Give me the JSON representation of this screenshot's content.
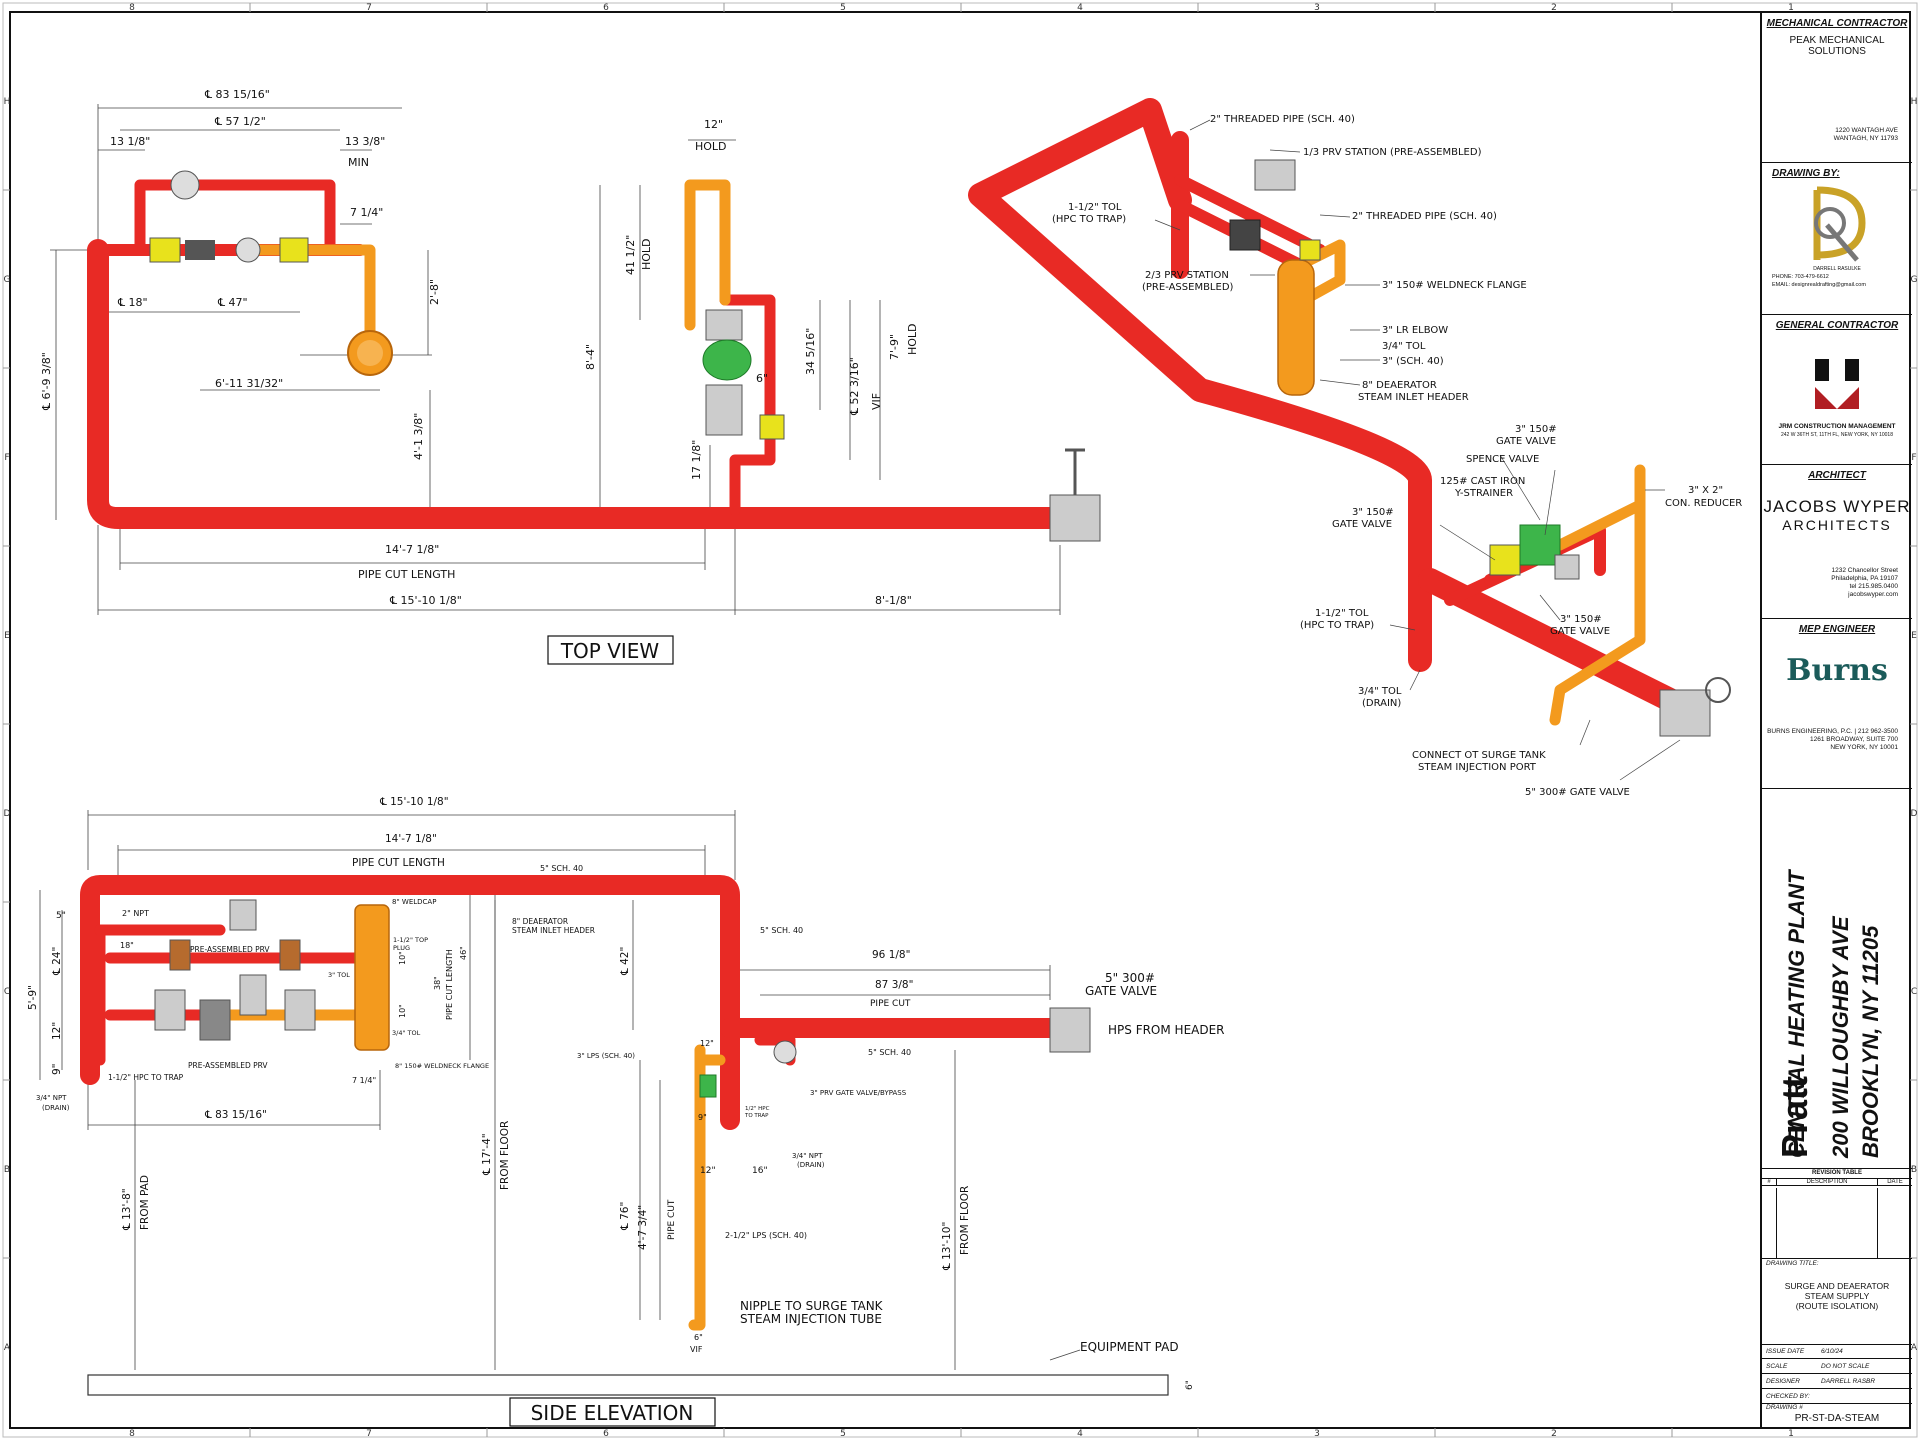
{
  "grid": {
    "columns": [
      "8",
      "7",
      "6",
      "5",
      "4",
      "3",
      "2",
      "1"
    ],
    "rows": [
      "H",
      "G",
      "F",
      "E",
      "D",
      "C",
      "B",
      "A"
    ]
  },
  "top_view": {
    "title": "TOP VIEW",
    "dims": {
      "cl83": "℄ 83 15/16\"",
      "cl57": "℄ 57 1/2\"",
      "d13a": "13 1/8\"",
      "d13b": "13 3/8\"",
      "min": "MIN",
      "d7": "7 1/4\"",
      "d18": "℄ 18\"",
      "d47": "℄ 47\"",
      "d28": "2'-8\"",
      "d69": "℄ 6'-9 3/8\"",
      "d611": "6'-11 31/32\"",
      "d41": "4'-1 3/8\"",
      "d12": "12\"",
      "hold": "HOLD",
      "d41h": "41 1/2\"",
      "hold2": "HOLD",
      "d84": "8'-4\"",
      "d79": "7'-9\"",
      "hold3": "HOLD",
      "d34": "34 5/16\"",
      "d52": "℄ 52 3/16\"",
      "vif": "VIF",
      "d6": "6\"",
      "d17": "17 1/8\"",
      "d147": "14'-7 1/8\"",
      "pcl": "PIPE CUT LENGTH",
      "d1510": "℄ 15'-10 1/8\"",
      "d81": "8'-1/8\""
    }
  },
  "iso_view": {
    "labels": [
      "2\" THREADED PIPE (SCH. 40)",
      "1/3 PRV STATION (PRE-ASSEMBLED)",
      "1-1/2\" TOL",
      "(HPC TO TRAP)",
      "2\" THREADED PIPE (SCH. 40)",
      "2/3 PRV STATION",
      "(PRE-ASSEMBLED)",
      "3\" 150# WELDNECK FLANGE",
      "3\" LR ELBOW",
      "3/4\" TOL",
      "3\" (SCH. 40)",
      "8\" DEAERATOR",
      "STEAM INLET HEADER",
      "3\" 150#",
      "GATE VALVE",
      "SPENCE VALVE",
      "125# CAST IRON",
      "Y-STRAINER",
      "3\" X 2\"",
      "CON. REDUCER",
      "3\" 150#",
      "GATE VALVE",
      "3\" 150#",
      "GATE VALVE",
      "1-1/2\" TOL",
      "(HPC TO TRAP)",
      "3/4\" TOL",
      "(DRAIN)",
      "CONNECT OT SURGE TANK",
      "STEAM INJECTION PORT",
      "5\" 300# GATE VALVE"
    ]
  },
  "side_elevation": {
    "title": "SIDE ELEVATION",
    "equipment_pad": "EQUIPMENT PAD",
    "dims": {
      "d1510": "℄ 15'-10 1/8\"",
      "d147": "14'-7 1/8\"",
      "pcl": "PIPE CUT LENGTH",
      "sch5a": "5\" SCH. 40",
      "sch5b": "5\" SCH. 40",
      "sch5c": "5\" SCH. 40",
      "d5": "5\"",
      "npt2": "2\" NPT",
      "d18": "18\"",
      "pre1": "PRE-ASSEMBLED PRV",
      "pre2": "PRE-ASSEMBLED PRV",
      "d59": "5'-9\"",
      "d24": "℄ 24\"",
      "d12": "12\"",
      "d9": "9\"",
      "npt34": "3/4\" NPT",
      "drain": "(DRAIN)",
      "hpc": "1-1/2\" HPC TO TRAP",
      "cl83": "℄ 83 15/16\"",
      "d74": "7 1/4\"",
      "deah": "8\" DEAERATOR",
      "deah2": "STEAM INLET HEADER",
      "weldcap": "8\" WELDCAP",
      "tpl": "1-1/2\" TOP",
      "plug": "PLUG",
      "d38": "38\"",
      "pcl46": "PIPE CUT LENGTH",
      "d46": "46\"",
      "d10a": "10\"",
      "d10b": "10\"",
      "tol3": "3\" TOL",
      "tol34": "3/4\" TOL",
      "wnf": "8\" 150# WELDNECK FLANGE",
      "d42": "℄ 42\"",
      "d96": "96 1/8\"",
      "d87": "87 3/8\"",
      "pipecut": "PIPE CUT",
      "gv5": "5\" 300#",
      "gv5b": "GATE VALVE",
      "hps": "HPS FROM HEADER",
      "lps3": "3\" LPS (SCH. 40)",
      "d12b": "12\"",
      "prvbp": "3\" PRV GATE VALVE/BYPASS",
      "d9b": "9\"",
      "d12c": "12\"",
      "d16": "16\"",
      "npt34b": "3/4\" NPT",
      "drainb": "(DRAIN)",
      "hpc2": "1/2\" HPC",
      "totrap": "TO TRAP",
      "d174": "℄ 17'-4\"",
      "fromfloor": "FROM FLOOR",
      "d138": "℄ 13'-8\"",
      "frompad": "FROM PAD",
      "d76": "℄ 76\"",
      "d47": "4'-7 3/4\"",
      "pipecut2": "PIPE CUT",
      "lps25": "2-1/2\" LPS (SCH. 40)",
      "d1310": "℄ 13'-10\"",
      "fromfloor2": "FROM FLOOR",
      "nip1": "NIPPLE TO SURGE TANK",
      "nip2": "STEAM INJECTION TUBE",
      "d6": "6\"",
      "vif": "VIF",
      "d6pad": "6\""
    }
  },
  "title_block": {
    "mech_head": "MECHANICAL CONTRACTOR",
    "mech_name": "PEAK MECHANICAL SOLUTIONS",
    "mech_addr1": "1220 WANTAGH AVE",
    "mech_addr2": "WANTAGH, NY 11793",
    "drawn_head": "DRAWING BY:",
    "drawn_logo_text": "DARRELL RASULKE",
    "drawn_phone": "PHONE: 703-479-6612",
    "drawn_email": "EMAIL: designrealdrafting@gmail.com",
    "gc_head": "GENERAL CONTRACTOR",
    "gc_name": "JRM CONSTRUCTION MANAGEMENT",
    "gc_addr": "242 W 36TH ST, 11TH FL, NEW YORK, NY 10018",
    "arch_head": "ARCHITECT",
    "arch_name1": "JACOBS WYPER",
    "arch_name2": "ARCHITECTS",
    "arch_addr1": "1232 Chancellor Street",
    "arch_addr2": "Philadelphia, PA 19107",
    "arch_addr3": "tel 215.985.0400",
    "arch_addr4": "jacobswyper.com",
    "mep_head": "MEP ENGINEER",
    "mep_name": "Burns",
    "mep_addr1": "BURNS ENGINEERING, P.C. | 212 962-3500",
    "mep_addr2": "1261 BROADWAY, SUITE 700",
    "mep_addr3": "NEW YORK, NY 10001",
    "client": "Pratt",
    "project": "CENTRAL HEATING PLANT",
    "address1": "200 WILLOUGHBY AVE",
    "address2": "BROOKLYN, NY 11205",
    "rev_title": "REVISION TABLE",
    "rev_cols": [
      "#",
      "DESCRIPTION",
      "DATE"
    ],
    "dt_label": "DRAWING TITLE:",
    "dt1": "SURGE AND DEAERATOR",
    "dt2": "STEAM SUPPLY",
    "dt3": "(ROUTE ISOLATION)",
    "issue_label": "ISSUE DATE",
    "issue_val": "6/10/24",
    "scale_label": "SCALE",
    "scale_val": "DO NOT SCALE",
    "designer_label": "DESIGNER",
    "designer_val": "DARRELL RASBR",
    "checked_label": "CHECKED BY:",
    "dwg_label": "DRAWING #",
    "dwg_val": "PR-ST-DA-STEAM"
  },
  "colors": {
    "pipe_red": "#e82a25",
    "pipe_orange": "#f39a1e",
    "valve_green": "#3db54a",
    "valve_yellow": "#e8e21c"
  }
}
